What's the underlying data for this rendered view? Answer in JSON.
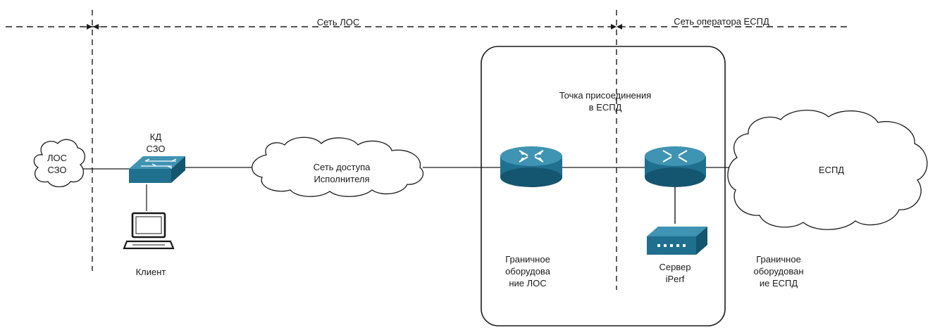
{
  "zones": {
    "los_network": "Сеть ЛОС",
    "operator_network": "Сеть оператора ЕСПД"
  },
  "attachment_point": "Точка присоединения\nв ЕСПД",
  "nodes": {
    "los_szo_cloud": "ЛОС\nСЗО",
    "kd_szo_switch": "КД\nСЗО",
    "client": "Клиент",
    "access_network_cloud": "Сеть доступа\nИсполнителя",
    "border_router_los": "Граничное\nоборудова\nние ЛОС",
    "iperf_server": "Сервер\niPerf",
    "border_router_espd": "Граничное\nоборудован\nие ЕСПД",
    "espd_cloud": "ЕСПД"
  },
  "colors": {
    "device_fill": "#1f6f8f",
    "device_dark": "#14556f",
    "line": "#1a1a1a"
  },
  "icons": {
    "switch": "network-switch-icon",
    "router": "router-icon",
    "laptop": "laptop-icon",
    "server": "server-appliance-icon",
    "cloud": "cloud-icon"
  }
}
